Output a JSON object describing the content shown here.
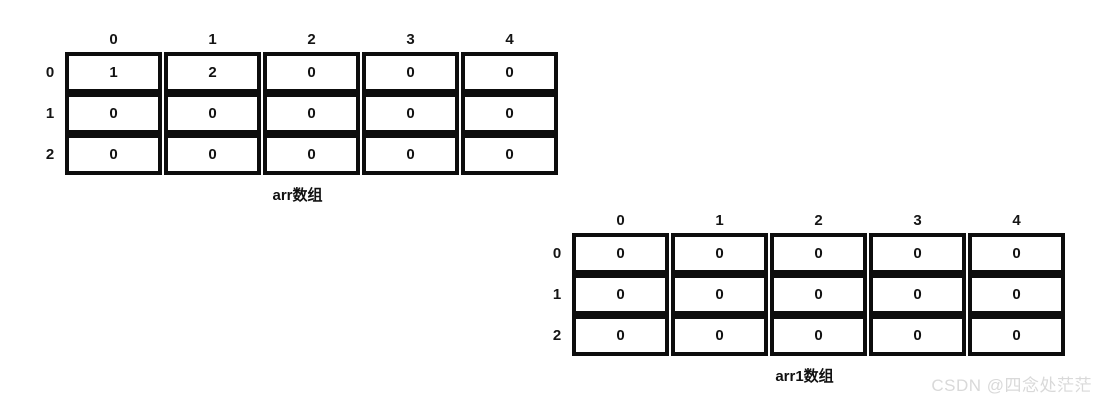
{
  "page": {
    "background": "#ffffff",
    "border_color": "#0d0d0d",
    "text_color": "#111111",
    "watermark": {
      "text": "CSDN @四念处茫茫",
      "color": "#d9d9d9"
    }
  },
  "arrays": [
    {
      "name": "arr",
      "label": "arr数组",
      "col_headers": [
        "0",
        "1",
        "2",
        "3",
        "4"
      ],
      "row_headers": [
        "0",
        "1",
        "2"
      ],
      "rows": [
        [
          "1",
          "2",
          "0",
          "0",
          "0"
        ],
        [
          "0",
          "0",
          "0",
          "0",
          "0"
        ],
        [
          "0",
          "0",
          "0",
          "0",
          "0"
        ]
      ]
    },
    {
      "name": "arr1",
      "label": "arr1数组",
      "col_headers": [
        "0",
        "1",
        "2",
        "3",
        "4"
      ],
      "row_headers": [
        "0",
        "1",
        "2"
      ],
      "rows": [
        [
          "0",
          "0",
          "0",
          "0",
          "0"
        ],
        [
          "0",
          "0",
          "0",
          "0",
          "0"
        ],
        [
          "0",
          "0",
          "0",
          "0",
          "0"
        ]
      ]
    }
  ]
}
